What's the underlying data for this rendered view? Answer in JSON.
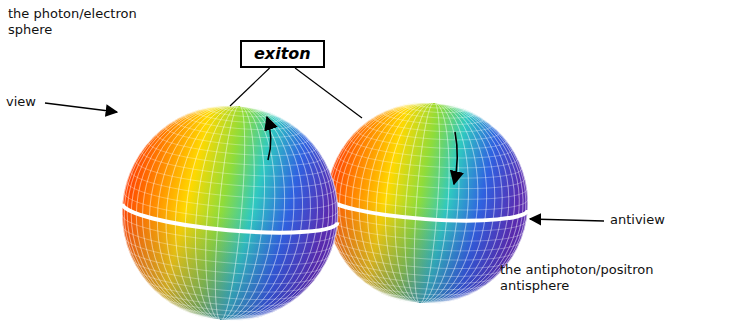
{
  "diagram": {
    "nodes": [
      {
        "text": [
          "exiton"
        ]
      }
    ],
    "labels": [
      "the photon/electron sphere",
      "view",
      "antiview",
      "the antiphoton/positron antisphere"
    ]
  }
}
